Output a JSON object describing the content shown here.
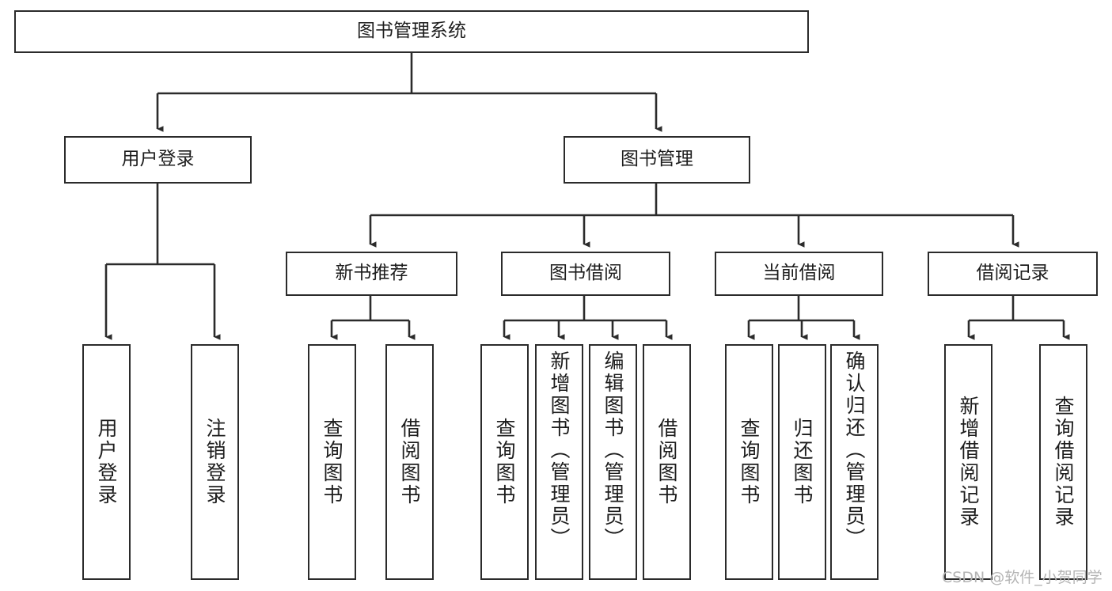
{
  "diagram": {
    "title": "图书管理系统",
    "type": "tree-hierarchy-chart",
    "watermark": "CSDN @软件_小贺同学",
    "colors": {
      "box_border": "#2b2b2b",
      "box_fill": "#ffffff",
      "connector": "#2b2b2b",
      "text": "#1d1d1d",
      "watermark": "#b4b4b4"
    },
    "root": {
      "label": "图书管理系统"
    },
    "level2": [
      {
        "label": "用户登录"
      },
      {
        "label": "图书管理"
      }
    ],
    "level3": [
      {
        "label": "新书推荐"
      },
      {
        "label": "图书借阅"
      },
      {
        "label": "当前借阅"
      },
      {
        "label": "借阅记录"
      }
    ],
    "leaves": {
      "user_login": [
        {
          "label": "用户登录"
        },
        {
          "label": "注销登录"
        }
      ],
      "new_book_recommend": [
        {
          "label": "查询图书"
        },
        {
          "label": "借阅图书"
        }
      ],
      "book_borrow": [
        {
          "label": "查询图书"
        },
        {
          "label": "新增图书（管理员）"
        },
        {
          "label": "编辑图书（管理员）"
        },
        {
          "label": "借阅图书"
        }
      ],
      "current_borrow": [
        {
          "label": "查询图书"
        },
        {
          "label": "归还图书"
        },
        {
          "label": "确认归还（管理员）"
        }
      ],
      "borrow_record": [
        {
          "label": "新增借阅记录"
        },
        {
          "label": "查询借阅记录"
        }
      ]
    }
  }
}
